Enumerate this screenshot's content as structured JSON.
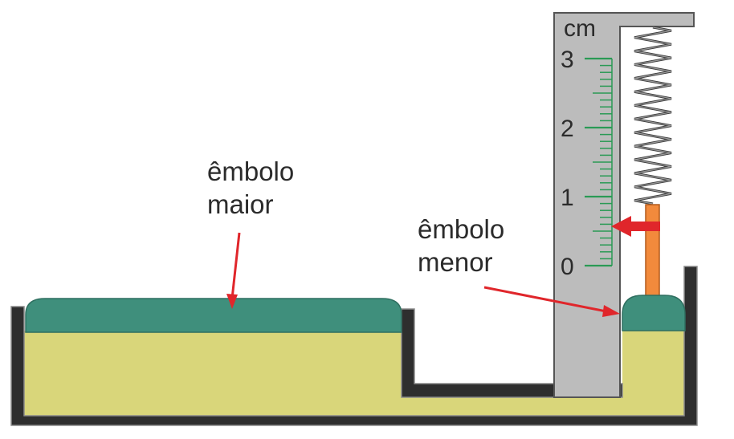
{
  "labels": {
    "big_piston": {
      "line1": "êmbolo",
      "line2": "maior"
    },
    "small_piston": {
      "line1": "êmbolo",
      "line2": "menor"
    }
  },
  "ruler": {
    "unit": "cm",
    "tick_labels": [
      "0",
      "1",
      "2",
      "3"
    ],
    "reading_cm": 0.5
  },
  "colors": {
    "liquid": "#d9d67a",
    "piston": "#3f8f7c",
    "container": "#2e2e2e",
    "ruler": "#bcbcbc",
    "ruler_marks": "#2a9a55",
    "rod": "#f28a3c",
    "pointer": "#e0262b",
    "arrow": "#e0262b"
  }
}
